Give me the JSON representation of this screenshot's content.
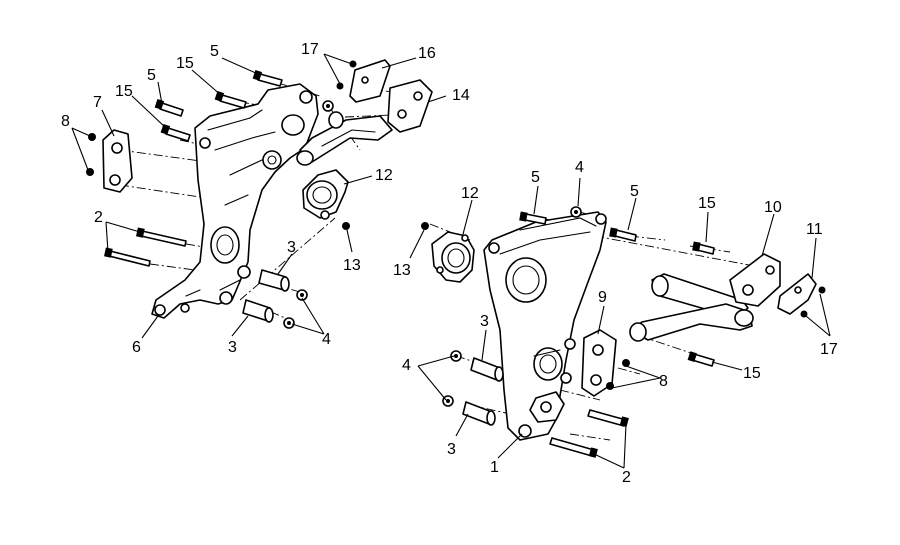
{
  "callouts": [
    {
      "text": "8"
    },
    {
      "text": "7"
    },
    {
      "text": "15"
    },
    {
      "text": "5"
    },
    {
      "text": "15"
    },
    {
      "text": "5"
    },
    {
      "text": "17"
    },
    {
      "text": "16"
    },
    {
      "text": "14"
    },
    {
      "text": "12"
    },
    {
      "text": "13"
    },
    {
      "text": "2"
    },
    {
      "text": "3"
    },
    {
      "text": "4"
    },
    {
      "text": "3"
    },
    {
      "text": "6"
    },
    {
      "text": "12"
    },
    {
      "text": "13"
    },
    {
      "text": "5"
    },
    {
      "text": "4"
    },
    {
      "text": "5"
    },
    {
      "text": "15"
    },
    {
      "text": "10"
    },
    {
      "text": "11"
    },
    {
      "text": "17"
    },
    {
      "text": "9"
    },
    {
      "text": "3"
    },
    {
      "text": "8"
    },
    {
      "text": "15"
    },
    {
      "text": "4"
    },
    {
      "text": "3"
    },
    {
      "text": "1"
    },
    {
      "text": "2"
    }
  ]
}
